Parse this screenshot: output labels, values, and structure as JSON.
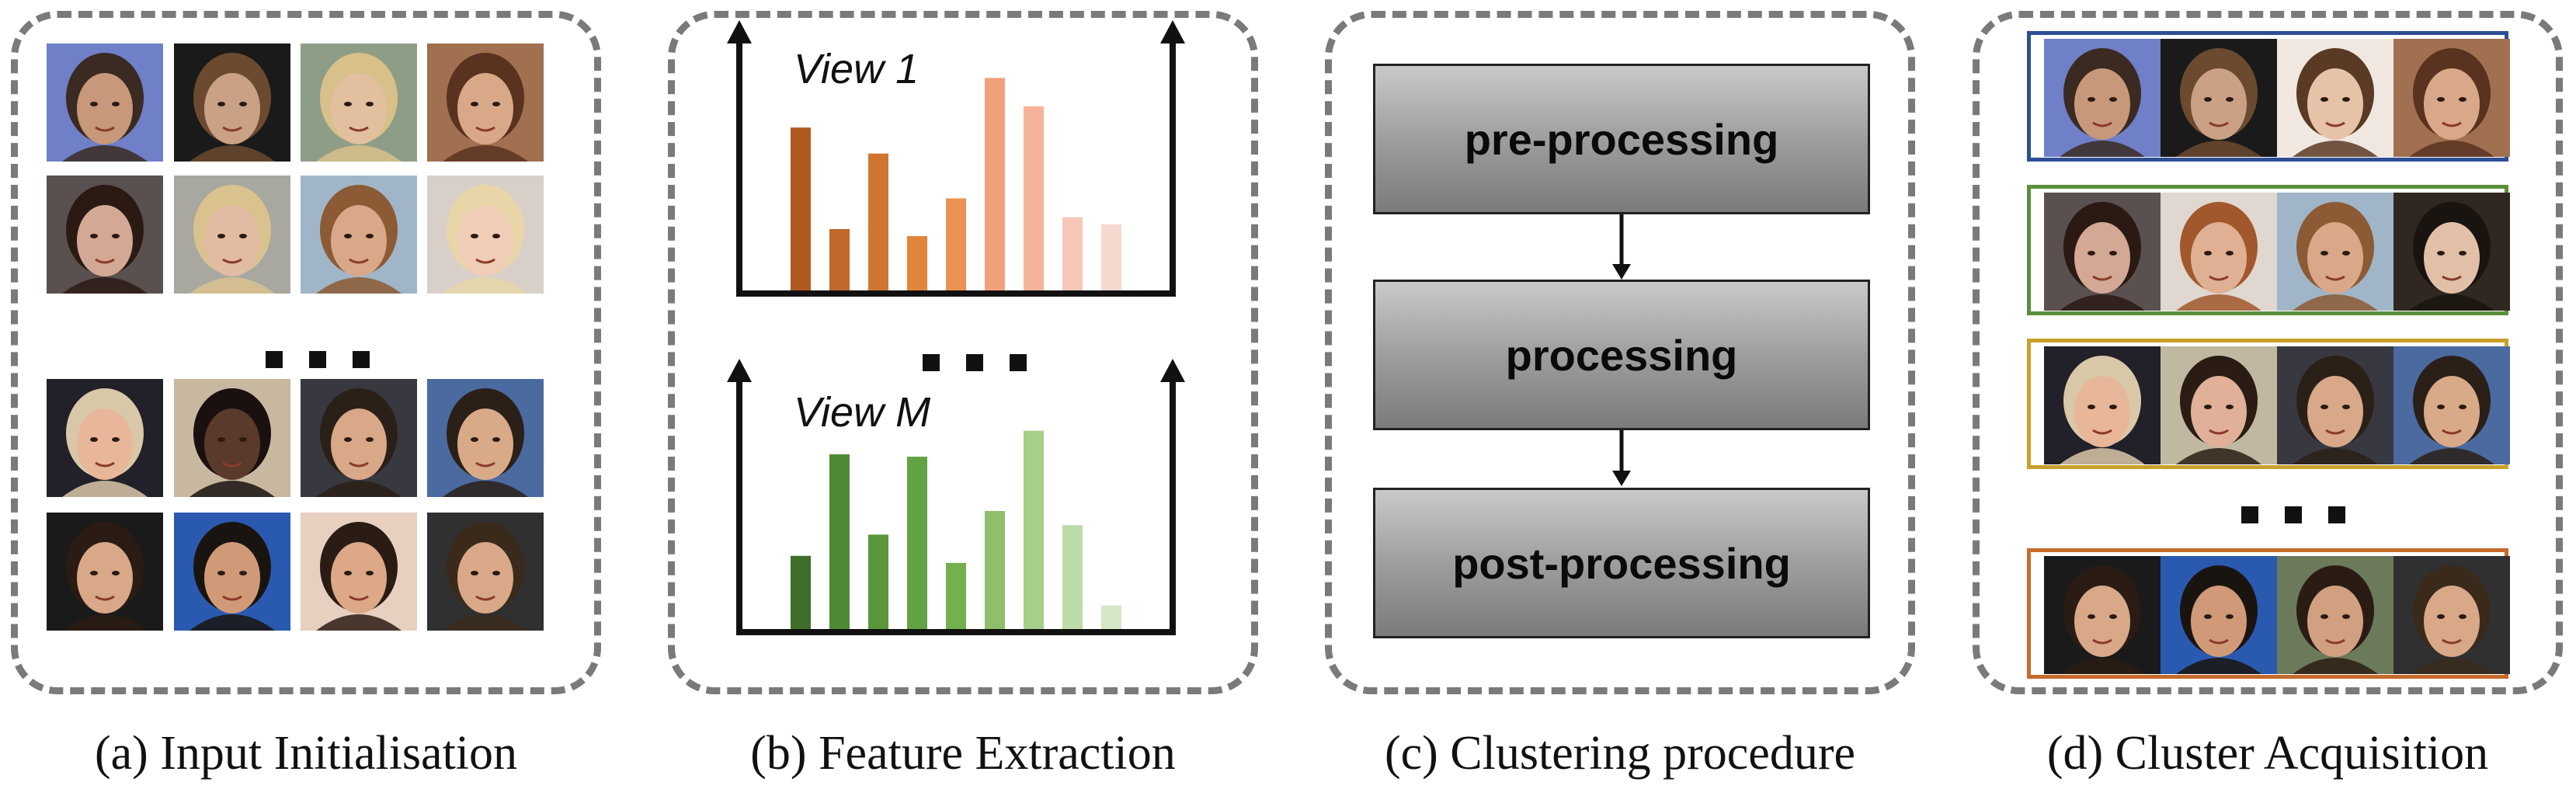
{
  "captions": {
    "a": "(a) Input Initialisation",
    "b": "(b) Feature Extraction",
    "c": "(c) Clustering procedure",
    "d": "(d) Cluster Acquisition"
  },
  "feature_extraction": {
    "view_top": "View 1",
    "view_bottom": "View M",
    "top_bars": [
      0.69,
      0.26,
      0.58,
      0.23,
      0.39,
      0.9,
      0.78,
      0.31,
      0.28
    ],
    "top_colors": [
      "#b05a22",
      "#c0692a",
      "#d07530",
      "#e2853a",
      "#eb9252",
      "#f2a07c",
      "#f4b29a",
      "#f7c7b8",
      "#f7d8cf"
    ],
    "bottom_bars": [
      0.31,
      0.74,
      0.4,
      0.73,
      0.28,
      0.5,
      0.84,
      0.44,
      0.1
    ],
    "bottom_colors": [
      "#3e6e29",
      "#4e8a34",
      "#5a963c",
      "#62a243",
      "#74b04e",
      "#8ec06a",
      "#a6cf88",
      "#bcdba6",
      "#d4e8c6"
    ]
  },
  "clustering": {
    "steps": [
      "pre-processing",
      "processing",
      "post-processing"
    ]
  },
  "cluster_acquisition": {
    "frame_colors": [
      "#2e4f93",
      "#5a8f3b",
      "#c9a12a",
      "#c76a2a"
    ]
  },
  "faces": {
    "input_rows_top": [
      [
        "#6f7fc8",
        "#c7987a",
        "#3b2a22"
      ],
      [
        "#1a1a1a",
        "#caa185",
        "#6b4a30"
      ],
      [
        "#8e9e86",
        "#e2bf9e",
        "#d8c08a"
      ],
      [
        "#a07050",
        "#d9a889",
        "#5a3220"
      ]
    ],
    "input_rows_top2": [
      [
        "#5a5050",
        "#d3a894",
        "#2b1a14"
      ],
      [
        "#a8a8a0",
        "#e2bca2",
        "#d9c28e"
      ],
      [
        "#a0b6c8",
        "#d8a888",
        "#8c5a34"
      ],
      [
        "#d8d0c8",
        "#f0cdb6",
        "#e8d6a8"
      ]
    ],
    "input_rows_bottom": [
      [
        "#222028",
        "#e8b698",
        "#d8c8a8"
      ],
      [
        "#c8b8a0",
        "#5a3a2a",
        "#1a1010"
      ],
      [
        "#383840",
        "#d8a888",
        "#2a2018"
      ],
      [
        "#4a6aa0",
        "#d8aa88",
        "#2a2018"
      ]
    ],
    "input_rows_bottom2": [
      [
        "#1a1a1a",
        "#d8a888",
        "#2a1c14"
      ],
      [
        "#2a5ab0",
        "#d09a78",
        "#1a1410"
      ],
      [
        "#e8d0c0",
        "#dca888",
        "#2a1c14"
      ],
      [
        "#303030",
        "#d8a888",
        "#3a2a1c"
      ]
    ],
    "cluster_rows": [
      [
        [
          "#6f7fc8",
          "#c7987a",
          "#3b2a22"
        ],
        [
          "#1a1a1a",
          "#caa185",
          "#6b4a30"
        ],
        [
          "#f0e8e0",
          "#e6c2a8",
          "#5a3a24"
        ],
        [
          "#a07050",
          "#d9a889",
          "#5a3220"
        ]
      ],
      [
        [
          "#5a5050",
          "#d3a894",
          "#2b1a14"
        ],
        [
          "#e0d8d0",
          "#e0b094",
          "#a0582c"
        ],
        [
          "#a0b6c8",
          "#d8a888",
          "#8c5a34"
        ],
        [
          "#302820",
          "#e2c0a8",
          "#1a1410"
        ]
      ],
      [
        [
          "#222028",
          "#e8b698",
          "#d8c8a8"
        ],
        [
          "#c0b8a0",
          "#e0b098",
          "#2a1c14"
        ],
        [
          "#383840",
          "#d8a888",
          "#2a2018"
        ],
        [
          "#4a6aa0",
          "#d8aa88",
          "#2a2018"
        ]
      ],
      [
        [
          "#1a1a1a",
          "#d8a888",
          "#2a1c14"
        ],
        [
          "#2a5ab0",
          "#d09a78",
          "#1a1410"
        ],
        [
          "#6a7a5a",
          "#d0a080",
          "#2a1c14"
        ],
        [
          "#303030",
          "#d8a888",
          "#3a2a1c"
        ]
      ]
    ]
  }
}
